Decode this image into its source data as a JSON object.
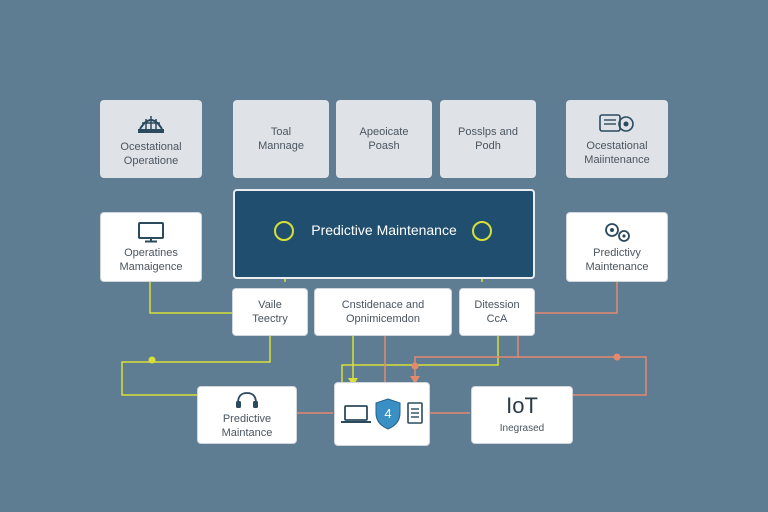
{
  "colors": {
    "background": "#5f7d92",
    "center_fill": "#1f4e6e",
    "wire_yellow": "#d7e037",
    "wire_salmon": "#e28a6e",
    "shield": "#3a8fc4"
  },
  "top_row": [
    {
      "line1": "Ocestational",
      "line2": "Operatione",
      "icon": "dome-building-icon"
    },
    {
      "line1": "Toal",
      "line2": "Mannage"
    },
    {
      "line1": "Apeoicate",
      "line2": "Poash"
    },
    {
      "line1": "Posslps and",
      "line2": "Podh"
    },
    {
      "line1": "Ocestational",
      "line2": "Maiintenance",
      "icon": "tools-panel-icon"
    }
  ],
  "left_side": {
    "line1": "Operatines",
    "line2": "Mamaigence",
    "icon": "monitor-icon"
  },
  "right_side": {
    "line1": "Predictivy",
    "line2": "Maintenance",
    "icon": "gears-icon"
  },
  "center": {
    "title": "Predictive Maintenance"
  },
  "mid_row": [
    {
      "line1": "Vaile",
      "line2": "Teectry"
    },
    {
      "line1": "Cnstidenace and",
      "line2": "Opnimicemdon"
    },
    {
      "line1": "Ditession",
      "line2": "CcA"
    }
  ],
  "bottom_left": {
    "line1": "Predictive",
    "line2": "Maintance",
    "icon": "headset-icon"
  },
  "bottom_center": {
    "icons": [
      "laptop-icon",
      "shield-icon",
      "document-icon"
    ],
    "shield_label": "4"
  },
  "bottom_right": {
    "title": "IoT",
    "subtitle": "Inegrased"
  }
}
